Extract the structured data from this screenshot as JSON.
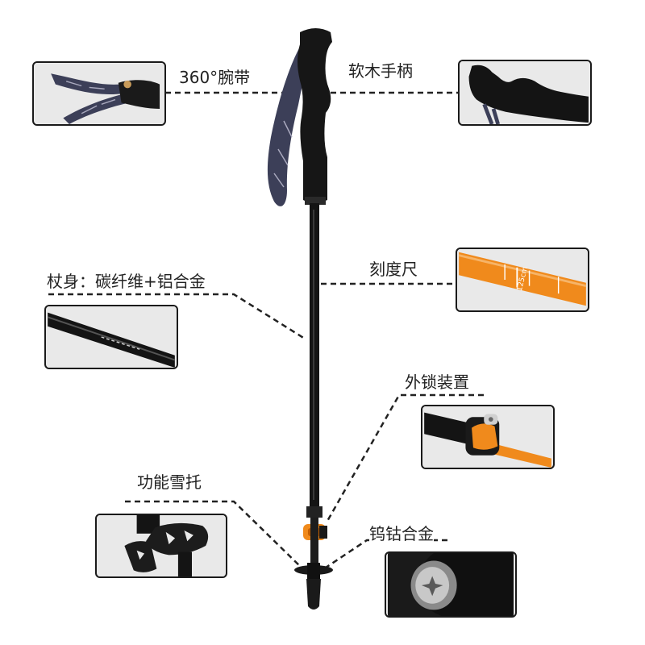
{
  "labels": {
    "wrist_strap": "360°腕带",
    "cork_grip": "软木手柄",
    "shaft_material": "杖身：碳纤维+铝合金",
    "scale": "刻度尺",
    "external_lock": "外锁装置",
    "snow_basket": "功能雪托",
    "tungsten_tip": "钨钴合金"
  },
  "scale_marking": "125cm",
  "colors": {
    "accent_orange": "#f08a1c",
    "pole_black": "#141414",
    "strap_navy": "#3c3f58",
    "inset_bg": "#e9e9e9"
  }
}
